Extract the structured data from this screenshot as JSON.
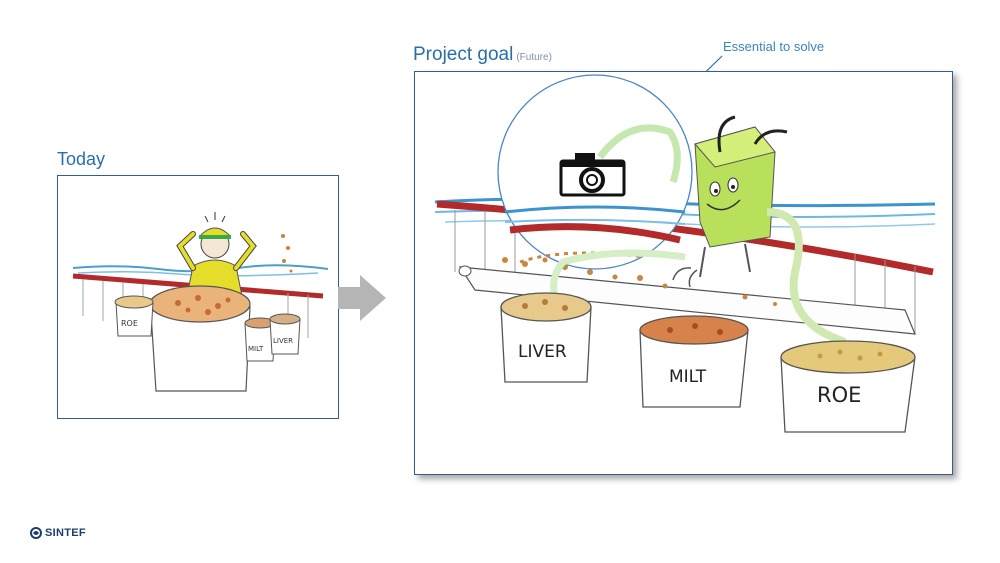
{
  "slide": {
    "today_title": "Today",
    "goal_title": "Project goal",
    "goal_subtitle": "(Future)",
    "callout": "Essential to solve",
    "logo_text": "SINTEF"
  },
  "today_scene": {
    "bins": [
      "ROE",
      "MILT",
      "LIVER"
    ]
  },
  "goal_scene": {
    "bins": [
      "LIVER",
      "MILT",
      "ROE"
    ]
  },
  "colors": {
    "accent_blue": "#2a6ea8",
    "arrow_gray": "#b5b5b5",
    "rail_red": "#b22a2a",
    "robot_green": "#a6d34a"
  },
  "icons": [
    "arrow-right-icon",
    "camera-icon",
    "sintef-logo-icon"
  ]
}
